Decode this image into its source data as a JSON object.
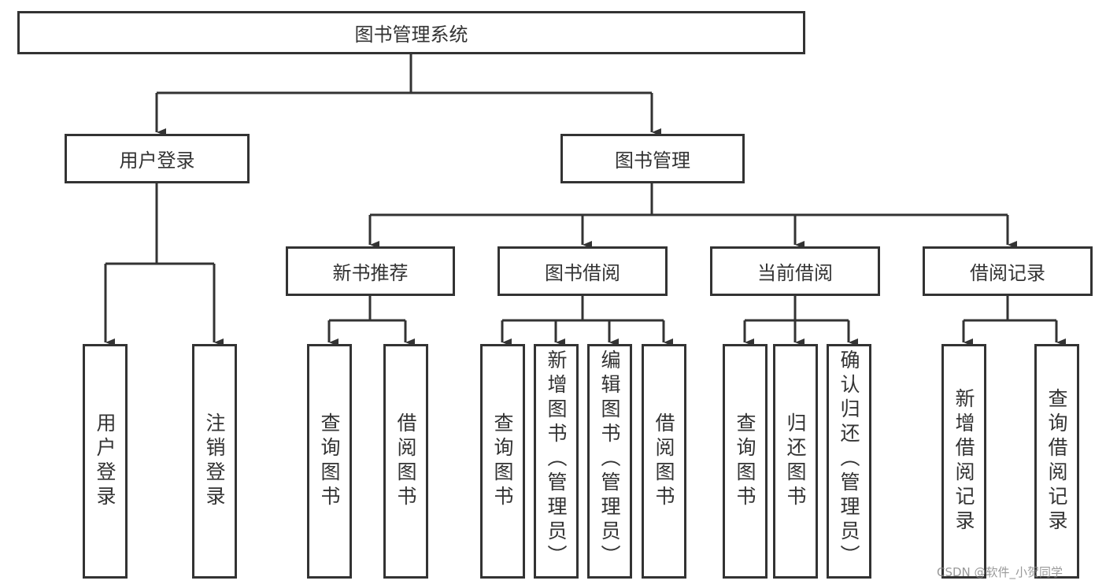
{
  "root": "图书管理系统",
  "level1": [
    "用户登录",
    "图书管理"
  ],
  "user_login": {
    "children": [
      "用户登录",
      "注销登录"
    ]
  },
  "book_mgmt": {
    "groups": [
      {
        "label": "新书推荐",
        "children": [
          "查询图书",
          "借阅图书"
        ]
      },
      {
        "label": "图书借阅",
        "children": [
          "查询图书",
          "新增图书（管理员）",
          "编辑图书（管理员）",
          "借阅图书"
        ]
      },
      {
        "label": "当前借阅",
        "children": [
          "查询图书",
          "归还图书",
          "确认归还（管理员）"
        ]
      },
      {
        "label": "借阅记录",
        "children": [
          "新增借阅记录",
          "查询借阅记录"
        ]
      }
    ]
  },
  "watermark": "CSDN @软件_小贺同学",
  "colors": {
    "line": "#333333",
    "box_fill": "#ffffff"
  }
}
